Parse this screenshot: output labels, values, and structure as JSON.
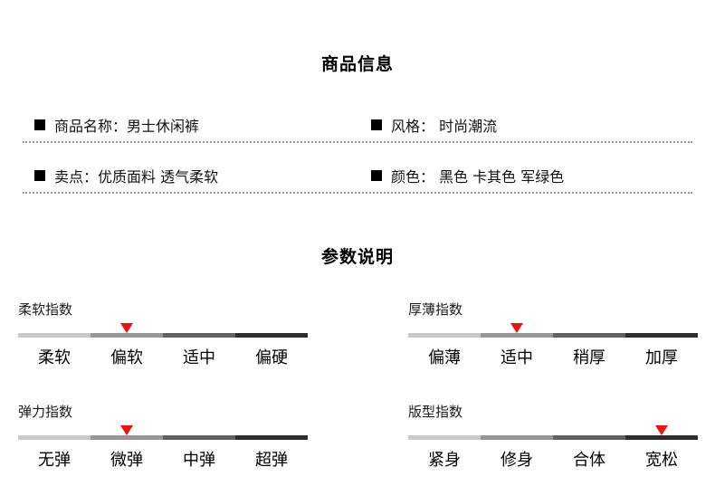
{
  "page": {
    "background": "#ffffff",
    "text_color": "#111111",
    "divider_color": "#9a9a9a"
  },
  "product_info": {
    "title": "商品信息",
    "bullet_icon": "black-square",
    "rows": [
      {
        "left": "商品名称：男士休闲裤",
        "right": "风格： 时尚潮流"
      },
      {
        "left": "卖点：优质面料 透气柔软",
        "right": "颜色： 黑色 卡其色 军绿色"
      }
    ]
  },
  "parameters": {
    "title": "参数说明",
    "segment_colors": [
      "#c9c9c9",
      "#979797",
      "#616161",
      "#2d2d2d"
    ],
    "marker_color": "#ee1111",
    "marker_icon": "red-triangle-down",
    "sliders": [
      {
        "name": "柔软指数",
        "ticks": [
          "柔软",
          "偏软",
          "适中",
          "偏硬"
        ],
        "selected_index": 1,
        "selected": "偏软"
      },
      {
        "name": "厚薄指数",
        "ticks": [
          "偏薄",
          "适中",
          "稍厚",
          "加厚"
        ],
        "selected_index": 1,
        "selected": "适中"
      },
      {
        "name": "弹力指数",
        "ticks": [
          "无弹",
          "微弹",
          "中弹",
          "超弹"
        ],
        "selected_index": 1,
        "selected": "微弹"
      },
      {
        "name": "版型指数",
        "ticks": [
          "紧身",
          "修身",
          "合体",
          "宽松"
        ],
        "selected_index": 3,
        "selected": "宽松"
      }
    ]
  }
}
